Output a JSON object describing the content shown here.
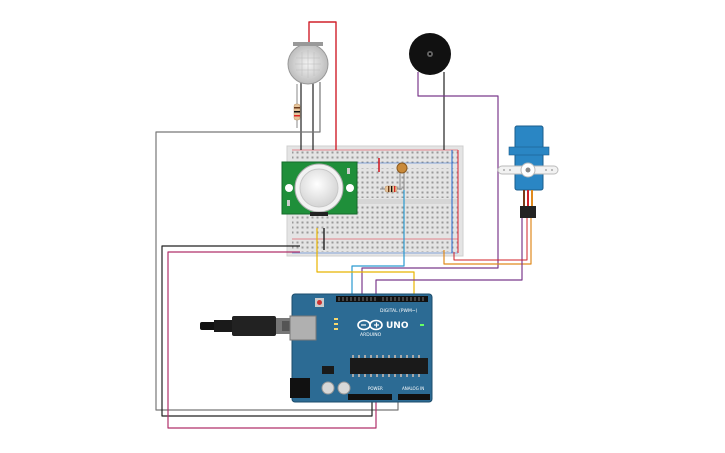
{
  "arduino": {
    "brand": "ARDUINO",
    "model": "UNO",
    "digital_header_label": "DIGITAL (PWM~)",
    "power_label": "POWER",
    "analog_label": "ANALOG IN"
  },
  "components": [
    {
      "name": "gas-sensor",
      "kind": "gas sensor"
    },
    {
      "name": "piezo-buzzer",
      "kind": "piezo buzzer"
    },
    {
      "name": "micro-servo",
      "kind": "positional micro servo"
    },
    {
      "name": "pir-sensor",
      "kind": "PIR motion sensor"
    },
    {
      "name": "photoresistor",
      "kind": "photoresistor"
    },
    {
      "name": "resistor-gas",
      "kind": "resistor"
    },
    {
      "name": "resistor-breadboard",
      "kind": "resistor"
    },
    {
      "name": "breadboard",
      "kind": "half-size breadboard"
    },
    {
      "name": "arduino-uno",
      "kind": "Arduino Uno R3"
    },
    {
      "name": "usb-cable",
      "kind": "USB cable"
    }
  ],
  "colors": {
    "board_blue": "#2c6b94",
    "breadboard": "#e6e6e6",
    "pir_green": "#1f8f3a",
    "wire_red": "#d0202a",
    "wire_black": "#222222",
    "wire_purple": "#7b3a8c",
    "wire_yellow": "#e8b400",
    "wire_blue": "#2a9ad0",
    "wire_orange": "#e08a1e",
    "wire_magenta": "#b0306a",
    "wire_gray": "#777777"
  }
}
